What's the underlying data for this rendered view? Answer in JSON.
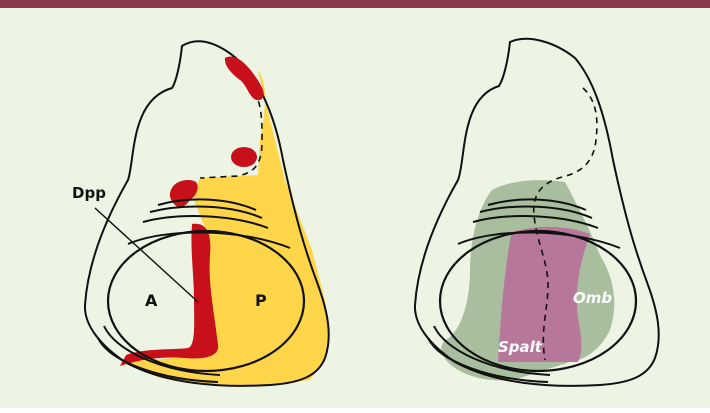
{
  "colors": {
    "background": "#EDF4E4",
    "top_bar": "#8B3A4C",
    "dpp_red": "#C8101B",
    "posterior_yellow": "#FFD64A",
    "omb_green": "#A9BE9E",
    "spalt_pink": "#B7779A",
    "outline": "#111111"
  },
  "left_disc": {
    "label_dpp": "Dpp",
    "label_anterior": "A",
    "label_posterior": "P"
  },
  "right_disc": {
    "label_omb": "Omb",
    "label_spalt": "Spalt"
  }
}
